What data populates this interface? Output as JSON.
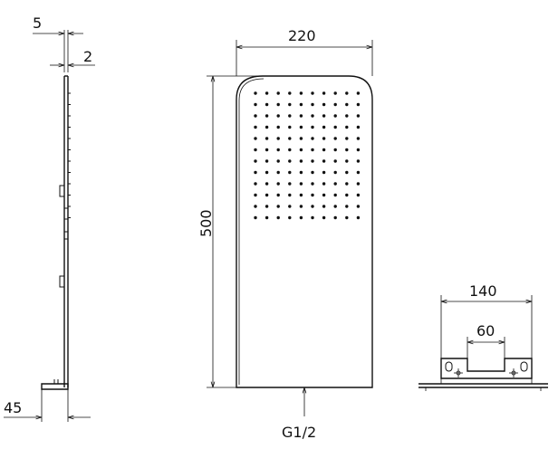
{
  "dimensions": {
    "side_thickness": "5",
    "side_offset": "2",
    "bracket_depth": "45",
    "width": "220",
    "height": "500",
    "connection": "G1/2",
    "bracket_outer": "140",
    "bracket_inner": "60"
  }
}
